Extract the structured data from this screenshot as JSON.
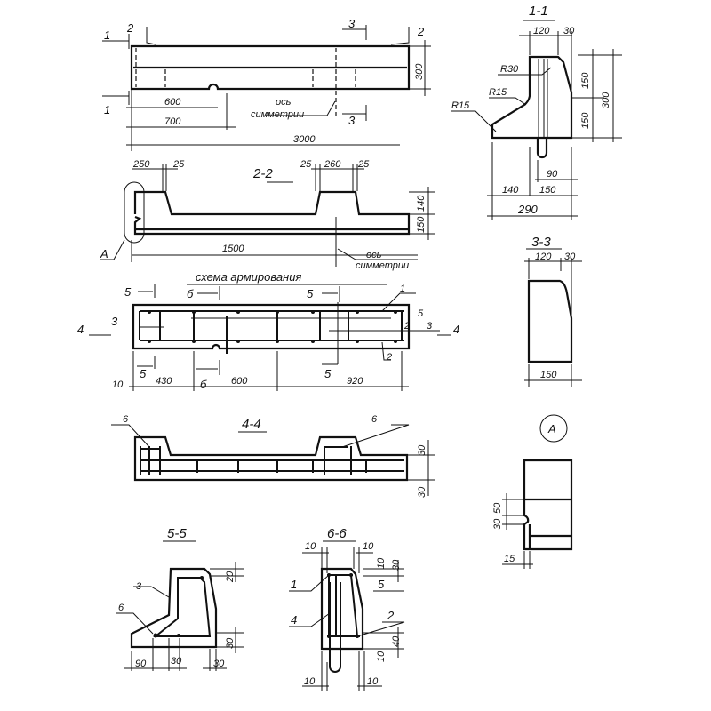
{
  "plan": {
    "cut1": "1",
    "cut2": "2",
    "cut3": "3",
    "dim_height": "300",
    "dim_600": "600",
    "dim_700": "700",
    "dim_3000": "3000",
    "axis_label_1": "ось",
    "axis_label_2": "симметрии"
  },
  "section_2_2": {
    "title": "2-2",
    "dim_250": "250",
    "dim_25a": "25",
    "dim_25b": "25",
    "dim_260": "260",
    "dim_25c": "25",
    "dim_140": "140",
    "dim_150": "150",
    "dim_1500": "1500",
    "detail_marker": "А",
    "axis_label_1": "ось",
    "axis_label_2": "симметрии"
  },
  "reinforcement": {
    "title": "схема армирования",
    "cut5": "5",
    "cut6": "б",
    "cut4": "4",
    "pos1": "1",
    "pos2": "2",
    "pos3": "3",
    "dim_10": "10",
    "dim_430": "430",
    "dim_600": "600",
    "dim_920": "920"
  },
  "section_4_4": {
    "title": "4-4",
    "pos6a": "6",
    "pos6b": "6",
    "dim_30a": "30",
    "dim_30b": "30"
  },
  "section_1_1": {
    "title": "1-1",
    "dim_120": "120",
    "dim_30": "30",
    "r30": "R30",
    "r15a": "R15",
    "r15b": "R15",
    "dim_150a": "150",
    "dim_150b": "150",
    "dim_300": "300",
    "dim_90": "90",
    "dim_140": "140",
    "dim_150c": "150",
    "dim_290": "290"
  },
  "section_3_3": {
    "title": "3-3",
    "dim_120": "120",
    "dim_30": "30",
    "dim_150": "150"
  },
  "detail_a": {
    "marker": "А",
    "dim_50": "50",
    "dim_30": "30",
    "dim_15": "15"
  },
  "section_5_5": {
    "title": "5-5",
    "pos3": "3",
    "pos6": "6",
    "dim_20": "20",
    "dim_30v": "30",
    "dim_90": "90",
    "dim_30a": "30",
    "dim_30b": "30"
  },
  "section_6_6": {
    "title": "6-6",
    "dim_10a": "10",
    "dim_10b": "10",
    "dim_10c": "10",
    "dim_30": "30",
    "pos1": "1",
    "pos5": "5",
    "pos2": "2",
    "pos4": "4",
    "dim_40": "40",
    "dim_10d": "10",
    "dim_10e": "10",
    "dim_10f": "10"
  }
}
